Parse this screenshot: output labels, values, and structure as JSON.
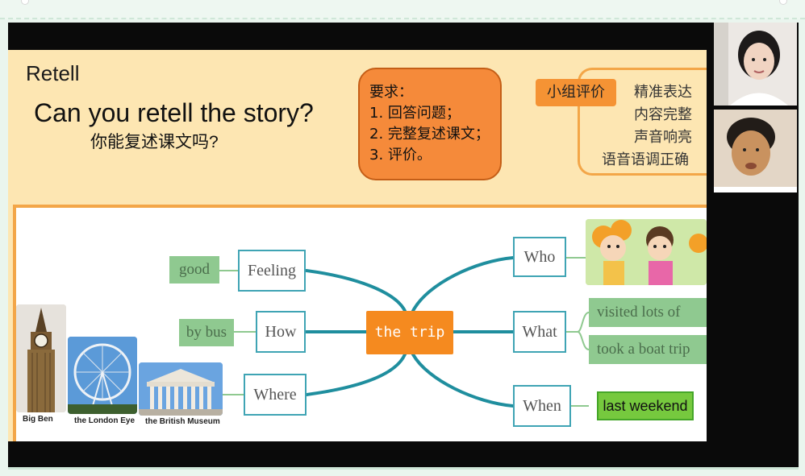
{
  "slide": {
    "retell": "Retell",
    "question": "Can you retell the story?",
    "question_cn": "你能复述课文吗?",
    "requirements": [
      "要求：",
      "1. 回答问题；",
      "2. 完整复述课文；",
      "3. 评价。"
    ],
    "evaluation": {
      "title": "小组评价",
      "criteria": [
        "精准表达",
        "内容完整",
        "声音响亮",
        "语音语调正确"
      ]
    }
  },
  "mindmap": {
    "center": "the trip",
    "left": [
      {
        "label": "Feeling",
        "answer": "good"
      },
      {
        "label": "How",
        "answer": "by bus"
      },
      {
        "label": "Where",
        "answer": ""
      }
    ],
    "right": [
      {
        "label": "Who"
      },
      {
        "label": "What",
        "answers": [
          "visited lots of",
          "took a boat trip"
        ]
      },
      {
        "label": "When",
        "answer": "last weekend"
      }
    ],
    "landmarks": [
      "Big Ben",
      "the London Eye",
      "the British Museum"
    ]
  },
  "colors": {
    "slide_bg": "#fde6b2",
    "accent_orange": "#f58a1f",
    "connector_teal": "#1f8e9e",
    "answer_green": "#8fc990",
    "highlight_green": "#76c93e"
  }
}
